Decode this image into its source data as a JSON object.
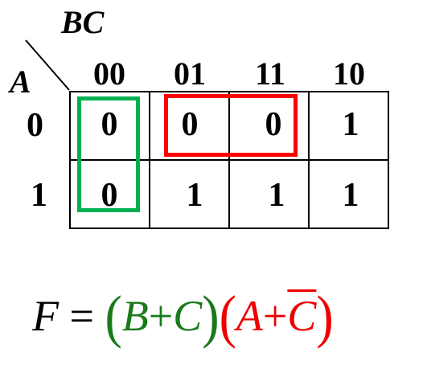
{
  "kmap": {
    "row_var": "A",
    "col_var": "BC",
    "col_labels": [
      "00",
      "01",
      "11",
      "10"
    ],
    "row_labels": [
      "0",
      "1"
    ],
    "cells": [
      [
        "0",
        "0",
        "0",
        "1"
      ],
      [
        "0",
        "1",
        "1",
        "1"
      ]
    ]
  },
  "groups": [
    {
      "color": "#00b050",
      "cells": "column 00, rows 0-1"
    },
    {
      "color": "#ff0000",
      "cells": "row 0, columns 01-11"
    }
  ],
  "formula": {
    "lhs": "F",
    "eq": "=",
    "term1": {
      "a": "B",
      "op": "+",
      "b": "C",
      "color": "#1a7a1a"
    },
    "term2": {
      "a": "A",
      "op": "+",
      "b": "C",
      "b_complemented": true,
      "color": "#ee0000"
    }
  }
}
